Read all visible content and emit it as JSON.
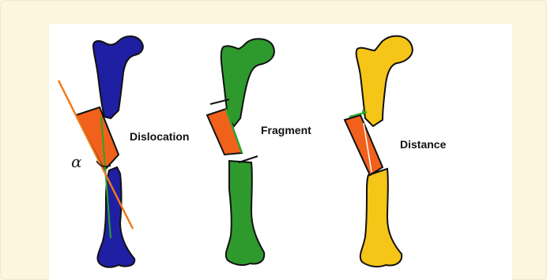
{
  "labels": {
    "dislocation": "Dislocation",
    "fragment": "Fragment",
    "distance": "Distance",
    "angle_symbol": "α"
  },
  "colors": {
    "background": "#fcf6df",
    "panel": "#ffffff",
    "bone_dislocation": "#1f1fa3",
    "bone_fragment": "#2e9a2e",
    "bone_distance": "#f5c518",
    "fragment_piece": "#f2611c",
    "outline": "#111111",
    "guide_line_green": "#2aa52a",
    "guide_line_orange": "#f07a1a"
  },
  "figures": [
    {
      "id": "dislocation",
      "description_icon": "blue-femur-with-displaced-fragment"
    },
    {
      "id": "fragment",
      "description_icon": "green-femur-with-fragment"
    },
    {
      "id": "distance",
      "description_icon": "yellow-femur-with-gap"
    }
  ]
}
